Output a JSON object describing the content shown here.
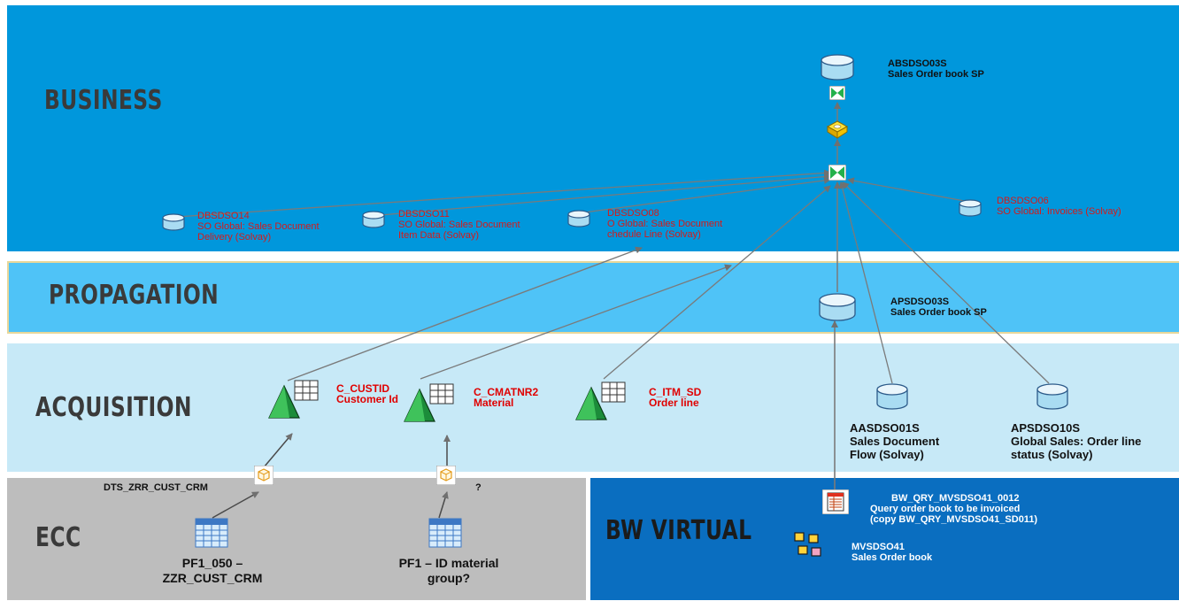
{
  "layers": {
    "business": "BUSINESS",
    "propagation": "PROPAGATION",
    "acquisition": "ACQUISITION",
    "ecc": "ECC",
    "bw_virtual": "BW VIRTUAL"
  },
  "business_nodes": {
    "absdso03": {
      "line1": "ABSDSO03S",
      "line2": "Sales Order book SP"
    },
    "dbsdso14": {
      "line1": "DBSDSO14",
      "line2": "SO Global: Sales Document",
      "line3": "Delivery (Solvay)"
    },
    "dbsdso11": {
      "line1": "DBSDSO11",
      "line2": "SO Global: Sales Document",
      "line3": "Item Data (Solvay)"
    },
    "dbsdso08": {
      "line1": "DBSDSO08",
      "line2": "O Global: Sales Document",
      "line3": "chedule Line (Solvay)"
    },
    "dbsdso06": {
      "line1": "DBSDSO06",
      "line2": "SO Global: Invoices (Solvay)"
    }
  },
  "propagation_nodes": {
    "apsdso03": {
      "line1": "APSDSO03S",
      "line2": "Sales Order book SP"
    }
  },
  "acquisition_nodes": {
    "custid": {
      "line1": "C_CUSTID",
      "line2": "Customer Id"
    },
    "cmatnr2": {
      "line1": "C_CMATNR2",
      "line2": "Material"
    },
    "itm_sd": {
      "line1": "C_ITM_SD",
      "line2": "Order line"
    },
    "aasdso01": {
      "line1": "AASDSO01S",
      "line2": "Sales Document",
      "line3": "Flow (Solvay)"
    },
    "apsdso10": {
      "line1": "APSDSO10S",
      "line2": "Global Sales: Order line",
      "line3": "status (Solvay)"
    }
  },
  "ecc_nodes": {
    "dts": "DTS_ZRR_CUST_CRM",
    "question": "?",
    "pf1_050": {
      "line1": "PF1_050 –",
      "line2": "ZZR_CUST_CRM"
    },
    "pf1_id": {
      "line1": "PF1 – ID material",
      "line2": "group?"
    }
  },
  "bw_nodes": {
    "query": {
      "line1": "BW_QRY_MVSDSO41_0012",
      "line2": "Query order book to be invoiced",
      "line3": "(copy BW_QRY_MVSDSO41_SD011)"
    },
    "mvsdso41": {
      "line1": "MVSDSO41",
      "line2": "Sales Order book"
    }
  },
  "icons": [
    "database-icon",
    "transformation-icon",
    "dtp-icon",
    "datasource-icon",
    "table-icon",
    "query-icon",
    "multiprovider-icon"
  ],
  "colors": {
    "business_bg": "#0097dc",
    "propagation_bg": "#4fc3f7",
    "acquisition_bg": "#c7e9f7",
    "ecc_bg": "#bdbdbd",
    "bw_virtual_bg": "#0a6ec0",
    "label_red": "#d61a1a"
  }
}
